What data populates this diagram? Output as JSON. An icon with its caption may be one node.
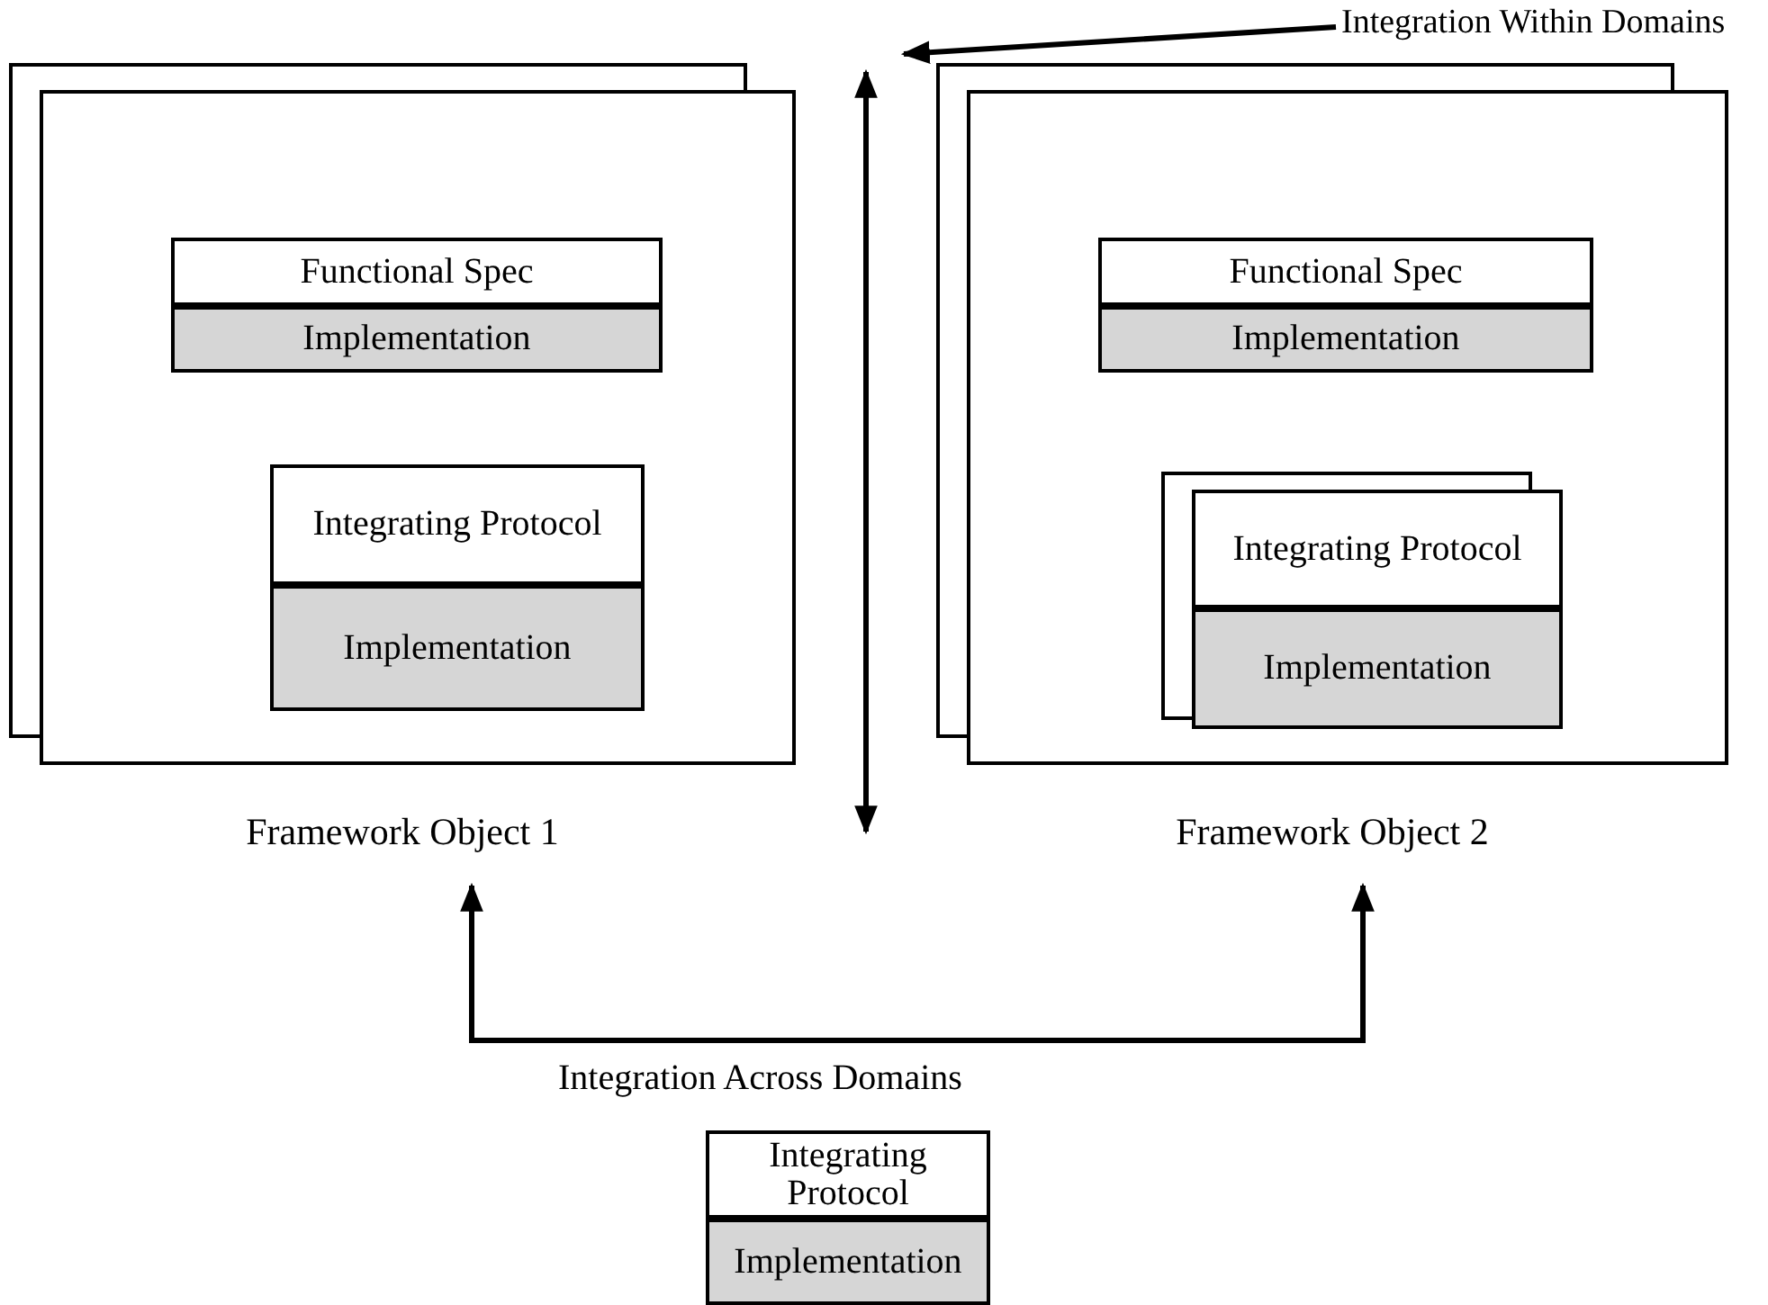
{
  "diagram": {
    "nodes": [
      {
        "text": [
          "Framework Object 1"
        ]
      },
      {
        "text": [
          "Functional Spec"
        ],
        "in": 0
      },
      {
        "text": [
          "Implementation"
        ],
        "in": 0
      },
      {
        "text": [
          "Integrating Protocol"
        ],
        "in": 0
      },
      {
        "text": [
          "Implementation"
        ],
        "in": 0
      },
      {
        "text": [
          "Framework Object 2"
        ]
      },
      {
        "text": [
          "Functional Spec"
        ],
        "in": 5
      },
      {
        "text": [
          "Implementation"
        ],
        "in": 5
      },
      {
        "text": [
          "Integrating Protocol"
        ],
        "in": 5
      },
      {
        "text": [
          "Implementation"
        ],
        "in": 5
      },
      {
        "text": [
          "Integrating Protocol"
        ]
      },
      {
        "text": [
          "Implementation"
        ]
      },
      {
        "text": [
          "Integration Within Domains"
        ]
      }
    ],
    "edges": [
      {
        "from": 0,
        "to": 5,
        "arrow": "both",
        "label": "Integration Across Domains"
      },
      {
        "from": 12,
        "to": null,
        "arrow": "to"
      }
    ]
  }
}
